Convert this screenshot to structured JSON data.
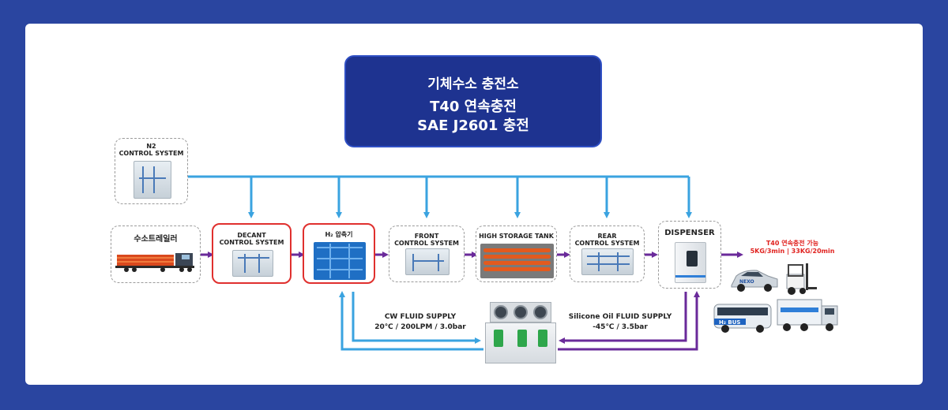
{
  "title": {
    "line1": "기체수소 충전소",
    "line2": "T40 연속충전",
    "line3": "SAE J2601 충전"
  },
  "nodes": {
    "n2": "N2\nCONTROL SYSTEM",
    "trailer": "수소트레일러",
    "decant": "DECANT\nCONTROL SYSTEM",
    "compressor": "H₂ 압축기",
    "front": "FRONT\nCONTROL SYSTEM",
    "storage": "HIGH STORAGE TANK",
    "rear": "REAR\nCONTROL SYSTEM",
    "dispenser": "DISPENSER"
  },
  "supply": {
    "cw": "CW FLUID SUPPLY\n20℃ / 200LPM / 3.0bar",
    "silicone": "Silicone Oil FLUID SUPPLY\n-45℃ / 3.5bar"
  },
  "output": {
    "line1": "T40 연속충전 가능",
    "line2": "5KG/3min | 33KG/20min"
  },
  "vehicles": {
    "bus": "H₂ BUS",
    "car": "NEXO"
  },
  "colors": {
    "background": "#2a45a0",
    "title_box": "#1e3390",
    "blue_line": "#3aa3e0",
    "purple_line": "#6a2a9a",
    "highlight": "#e0302e",
    "output_text": "#e0221f"
  }
}
